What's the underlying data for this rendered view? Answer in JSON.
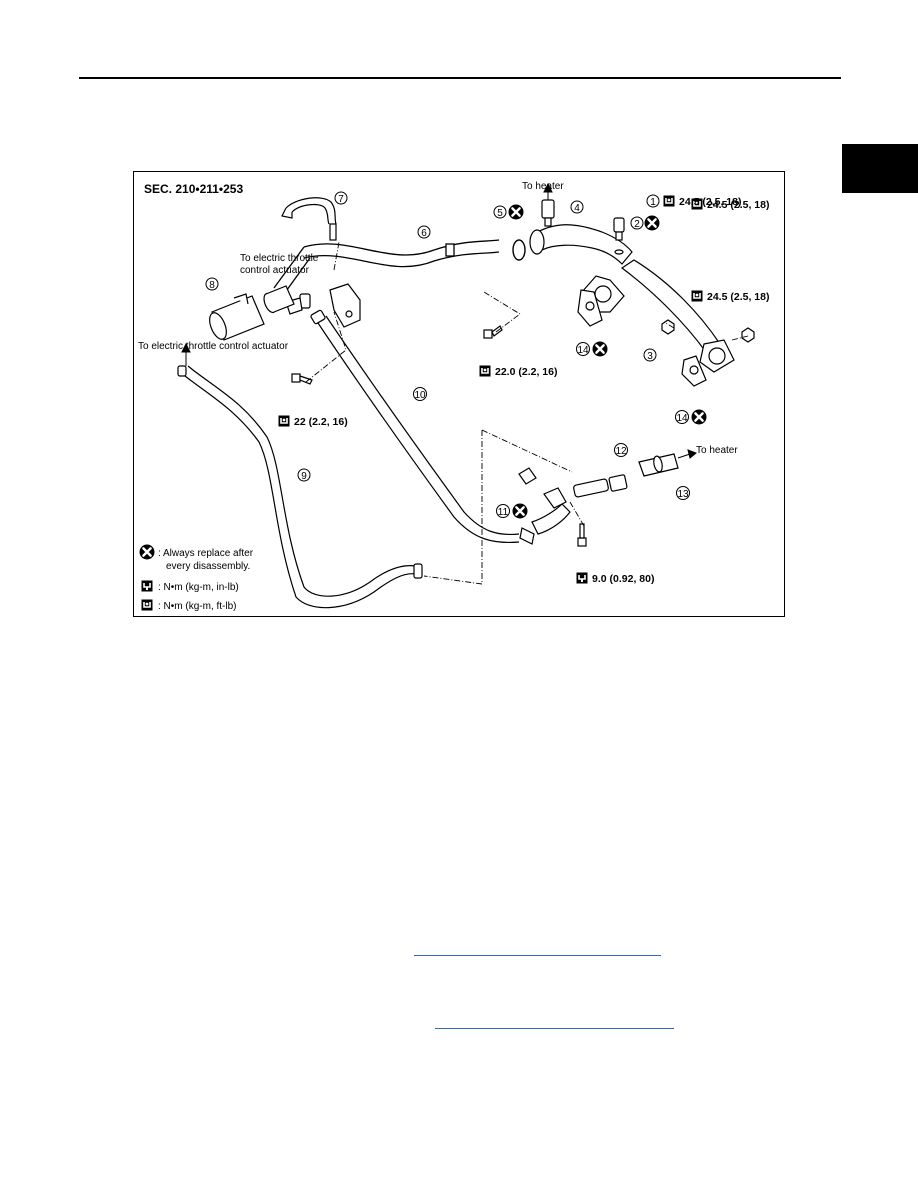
{
  "figure": {
    "section_code": "SEC. 210•211•253",
    "callouts": {
      "p1": "1",
      "p2": "2",
      "p3": "3",
      "p4": "4",
      "p5": "5",
      "p6": "6",
      "p7": "7",
      "p8": "8",
      "p9": "9",
      "p10": "10",
      "p11": "11",
      "p12": "12",
      "p13": "13",
      "p14a": "14",
      "p14b": "14"
    },
    "labels": {
      "to_heater_top": "To heater",
      "to_heater_right": "To heater",
      "to_etc_1": "To electric throttle",
      "to_etc_2": "control actuator",
      "to_etc_full": "To electric throttle control actuator"
    },
    "torques": {
      "t1": "24.5 (2.5, 18)",
      "t2": "24.5 (2.5, 18)",
      "t3": "24.5 (2.5, 18)",
      "t4": "22.0 (2.2, 16)",
      "t5": "22 (2.2, 16)",
      "t6": "9.0 (0.92, 80)"
    },
    "legend": {
      "replace_1": ": Always replace after",
      "replace_2": "every disassembly.",
      "nm_inlb": ": N•m (kg-m, in-lb)",
      "nm_ftlb": ": N•m (kg-m, ft-lb)"
    }
  },
  "colors": {
    "link": "#2a6fb8",
    "ink": "#000000"
  }
}
